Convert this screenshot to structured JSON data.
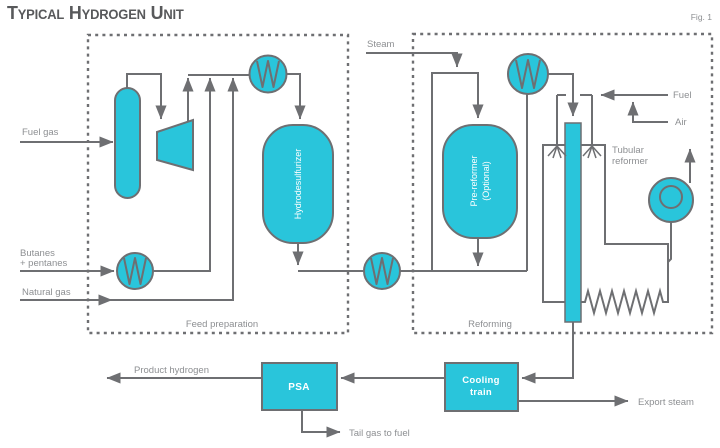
{
  "title": "Typical Hydrogen Unit",
  "figure_label": "Fig. 1",
  "sections": {
    "feed_preparation": "Feed preparation",
    "reforming": "Reforming"
  },
  "streams": {
    "fuel_gas": "Fuel gas",
    "butanes_line1": "Butanes",
    "butanes_line2": "+ pentanes",
    "natural_gas": "Natural gas",
    "steam": "Steam",
    "fuel": "Fuel",
    "air": "Air",
    "product_hydrogen": "Product hydrogen",
    "tail_gas_to_fuel": "Tail gas to fuel",
    "export_steam": "Export steam"
  },
  "equipment": {
    "hydrodesulfurizer": "Hydrodesulfurizer",
    "pre_reformer_line1": "Pre-reformer",
    "pre_reformer_line2": "(Optional)",
    "tubular_reformer_line1": "Tubular",
    "tubular_reformer_line2": "reformer",
    "psa": "PSA",
    "cooling_train_line1": "Cooling",
    "cooling_train_line2": "train"
  },
  "colors": {
    "equipment_fill": "#29C5DB",
    "line": "#6E6F72",
    "label_text": "#8D8F92",
    "title_text": "#58595B",
    "equipment_text": "#FFFFFF",
    "background": "#FFFFFF"
  }
}
